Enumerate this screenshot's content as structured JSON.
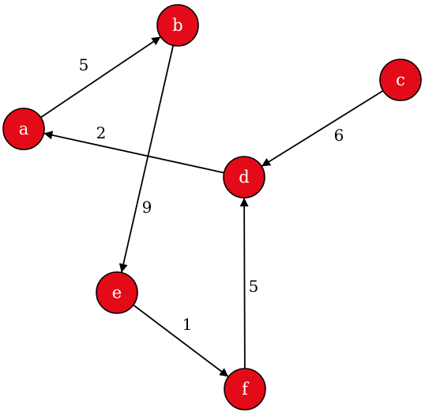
{
  "graph": {
    "node_color": "#e30b17",
    "node_stroke": "#000000",
    "label_color": "#ffffff",
    "edge_color": "#000000",
    "directed": true,
    "nodes": [
      {
        "id": "a",
        "label": "a"
      },
      {
        "id": "b",
        "label": "b"
      },
      {
        "id": "c",
        "label": "c"
      },
      {
        "id": "d",
        "label": "d"
      },
      {
        "id": "e",
        "label": "e"
      },
      {
        "id": "f",
        "label": "f"
      }
    ],
    "edges": [
      {
        "from": "a",
        "to": "b",
        "weight": "5"
      },
      {
        "from": "d",
        "to": "a",
        "weight": "2"
      },
      {
        "from": "c",
        "to": "d",
        "weight": "6"
      },
      {
        "from": "b",
        "to": "e",
        "weight": "9"
      },
      {
        "from": "e",
        "to": "f",
        "weight": "1"
      },
      {
        "from": "f",
        "to": "d",
        "weight": "5"
      }
    ]
  }
}
